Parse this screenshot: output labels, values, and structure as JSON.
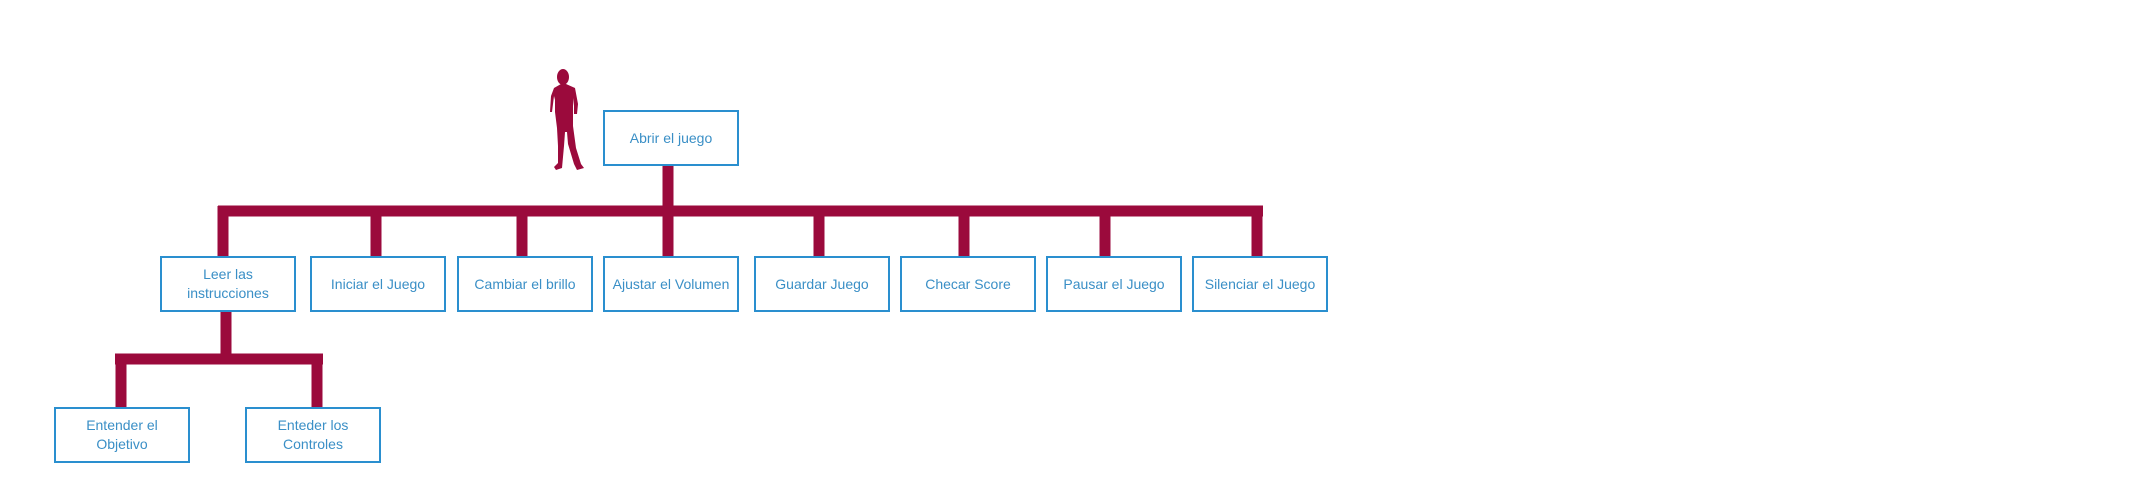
{
  "diagram": {
    "root": {
      "label": "Abrir el juego"
    },
    "level1": [
      {
        "label": "Leer las instrucciones"
      },
      {
        "label": "Iniciar el Juego"
      },
      {
        "label": "Cambiar el brillo"
      },
      {
        "label": "Ajustar el Volumen"
      },
      {
        "label": "Guardar Juego"
      },
      {
        "label": "Checar Score"
      },
      {
        "label": "Pausar el Juego"
      },
      {
        "label": "Silenciar el Juego"
      }
    ],
    "level2": [
      {
        "label": "Entender el Objetivo"
      },
      {
        "label": "Enteder los Controles"
      }
    ],
    "colors": {
      "connector": "#9b0a3c",
      "node_border": "#2a8fcf",
      "node_text": "#3a8fc6",
      "actor": "#9b0a3c"
    },
    "icons": {
      "actor": "person-silhouette-icon"
    }
  }
}
